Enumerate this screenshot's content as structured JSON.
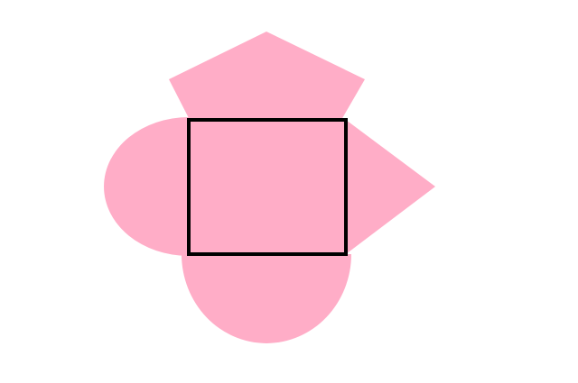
{
  "colors": {
    "background": "#ffffff",
    "shape_fill": "#ffadc7",
    "outline": "#000000"
  },
  "diagram": {
    "shapes": [
      {
        "kind": "pentagon"
      },
      {
        "kind": "semicircle-left"
      },
      {
        "kind": "square"
      },
      {
        "kind": "triangle-right"
      },
      {
        "kind": "semi-ellipse-bottom"
      }
    ]
  }
}
